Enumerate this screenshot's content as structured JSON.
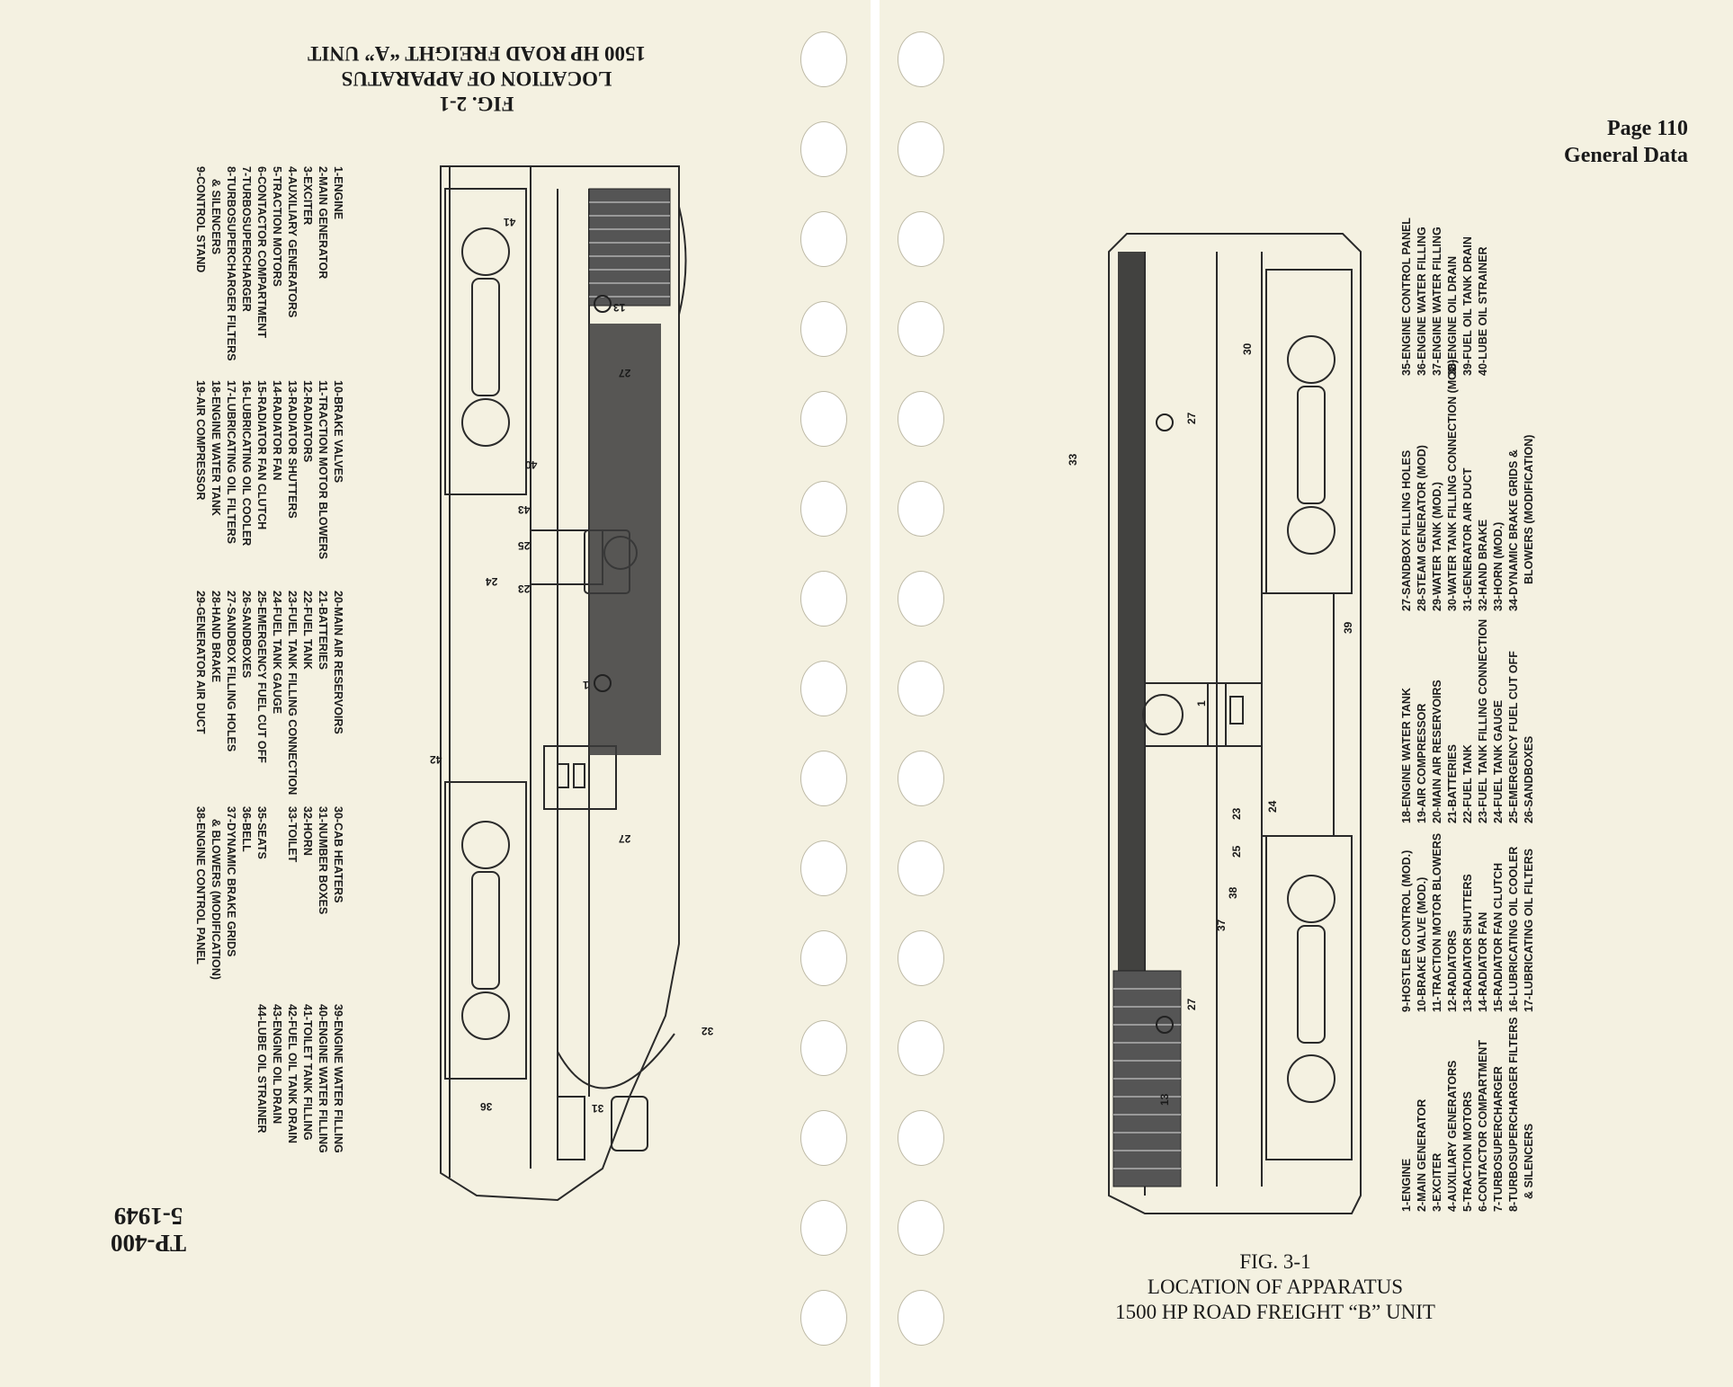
{
  "left_page": {
    "figure_caption": {
      "fig": "FIG. 2-1",
      "line1": "LOCATION OF APPARATUS",
      "line2": "1500 HP ROAD FREIGHT “A” UNIT"
    },
    "doc_number": "TP-400",
    "doc_date": "5-1949",
    "legend": {
      "col1": [
        "1-ENGINE",
        "2-MAIN GENERATOR",
        "3-EXCITER",
        "4-AUXILIARY GENERATORS",
        "5-TRACTION MOTORS",
        "6-CONTACTOR COMPARTMENT",
        "7-TURBOSUPERCHARGER",
        "8-TURBOSUPERCHARGER FILTERS",
        "& SILENCERS",
        "9-CONTROL STAND"
      ],
      "col2": [
        "10-BRAKE VALVES",
        "11-TRACTION MOTOR BLOWERS",
        "12-RADIATORS",
        "13-RADIATOR SHUTTERS",
        "14-RADIATOR FAN",
        "15-RADIATOR FAN CLUTCH",
        "16-LUBRICATING OIL COOLER",
        "17-LUBRICATING OIL FILTERS",
        "18-ENGINE WATER TANK",
        "19-AIR COMPRESSOR"
      ],
      "col3": [
        "20-MAIN AIR RESERVOIRS",
        "21-BATTERIES",
        "22-FUEL TANK",
        "23-FUEL TANK FILLING CONNECTION",
        "24-FUEL TANK GAUGE",
        "25-EMERGENCY FUEL CUT OFF",
        "26-SANDBOXES",
        "27-SANDBOX FILLING HOLES",
        "28-HAND BRAKE",
        "29-GENERATOR AIR DUCT"
      ],
      "col4": [
        "30-CAB HEATERS",
        "31-NUMBER BOXES",
        "32-HORN",
        "33-TOILET",
        "",
        "35-SEATS",
        "36-BELL",
        "37-DYNAMIC BRAKE GRIDS",
        "& BLOWERS (MODIFICATION)",
        "38-ENGINE CONTROL PANEL"
      ],
      "col5": [
        "39-ENGINE WATER FILLING",
        "40-ENGINE WATER FILLING",
        "41-TOILET TANK FILLING",
        "42-FUEL OIL TANK DRAIN",
        "43-ENGINE OIL DRAIN",
        "44-LUBE OIL STRAINER"
      ]
    },
    "callouts": [
      "41",
      "13",
      "27",
      "40",
      "43",
      "25",
      "24",
      "23",
      "1",
      "42",
      "27",
      "32",
      "31",
      "36"
    ]
  },
  "right_page": {
    "header": {
      "page": "Page 110",
      "section": "General Data"
    },
    "figure_caption": {
      "fig": "FIG. 3-1",
      "line1": "LOCATION OF APPARATUS",
      "line2": "1500 HP ROAD FREIGHT “B” UNIT"
    },
    "legend": {
      "col1": [
        "1-ENGINE",
        "2-MAIN GENERATOR",
        "3-EXCITER",
        "4-AUXILIARY GENERATORS",
        "5-TRACTION MOTORS",
        "6-CONTACTOR COMPARTMENT",
        "7-TURBOSUPERCHARGER",
        "8-TURBOSUPERCHARGER FILTERS",
        "& SILENCERS"
      ],
      "col2": [
        "9-HOSTLER CONTROL (MOD.)",
        "10-BRAKE VALVE (MOD.)",
        "11-TRACTION MOTOR BLOWERS",
        "12-RADIATORS",
        "13-RADIATOR SHUTTERS",
        "14-RADIATOR FAN",
        "15-RADIATOR FAN CLUTCH",
        "16-LUBRICATING OIL COOLER",
        "17-LUBRICATING OIL FILTERS"
      ],
      "col3": [
        "18-ENGINE WATER TANK",
        "19-AIR COMPRESSOR",
        "20-MAIN AIR RESERVOIRS",
        "21-BATTERIES",
        "22-FUEL TANK",
        "23-FUEL TANK FILLING CONNECTION",
        "24-FUEL TANK GAUGE",
        "25-EMERGENCY FUEL CUT OFF",
        "26-SANDBOXES"
      ],
      "col4": [
        "27-SANDBOX FILLING HOLES",
        "28-STEAM GENERATOR (MOD)",
        "29-WATER TANK (MOD.)",
        "30-WATER TANK FILLING CONNECTION (MOD)",
        "31-GENERATOR AIR DUCT",
        "32-HAND BRAKE",
        "33-HORN (MOD.)",
        "34-DYNAMIC BRAKE GRIDS &",
        "BLOWERS (MODIFICATION)"
      ],
      "col5": [
        "35-ENGINE CONTROL PANEL",
        "36-ENGINE WATER FILLING",
        "37-ENGINE WATER FILLING",
        "38-ENGINE OIL DRAIN",
        "39-FUEL OIL TANK DRAIN",
        "40-LUBE OIL STRAINER"
      ]
    },
    "callouts": [
      "30",
      "27",
      "33",
      "39",
      "1",
      "23",
      "24",
      "25",
      "38",
      "37",
      "27",
      "13"
    ]
  }
}
